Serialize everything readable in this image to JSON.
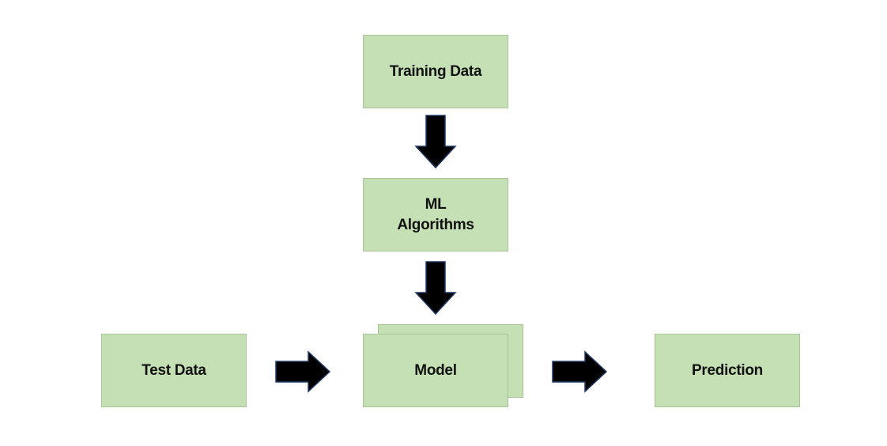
{
  "nodes": {
    "training_data": "Training Data",
    "ml_algorithms": "ML\nAlgorithms",
    "test_data": "Test Data",
    "model": "Model",
    "prediction": "Prediction"
  },
  "colors": {
    "box_fill": "#c5e0b4",
    "box_border": "#a9c497",
    "arrow_fill": "#000000",
    "arrow_stroke": "#1f3864"
  },
  "edges": [
    {
      "from": "training_data",
      "to": "ml_algorithms"
    },
    {
      "from": "ml_algorithms",
      "to": "model"
    },
    {
      "from": "test_data",
      "to": "model"
    },
    {
      "from": "model",
      "to": "prediction"
    }
  ]
}
